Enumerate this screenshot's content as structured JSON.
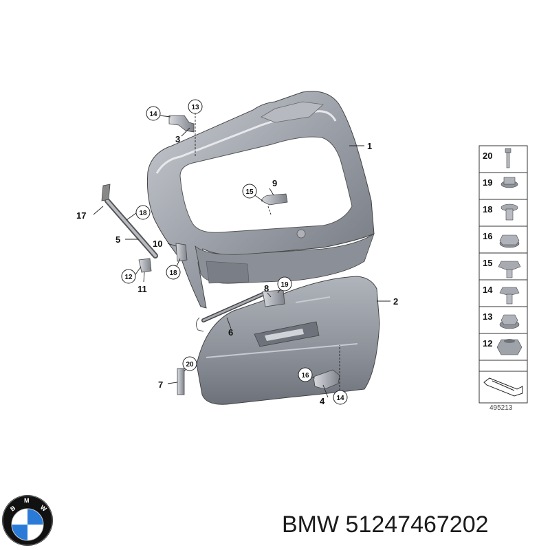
{
  "diagram": {
    "callouts": [
      {
        "number": "1",
        "circled": false
      },
      {
        "number": "2",
        "circled": false
      },
      {
        "number": "3",
        "circled": false
      },
      {
        "number": "4",
        "circled": false
      },
      {
        "number": "5",
        "circled": false
      },
      {
        "number": "6",
        "circled": false
      },
      {
        "number": "7",
        "circled": false
      },
      {
        "number": "8",
        "circled": false
      },
      {
        "number": "9",
        "circled": false
      },
      {
        "number": "10",
        "circled": false
      },
      {
        "number": "11",
        "circled": false
      },
      {
        "number": "12",
        "circled": true
      },
      {
        "number": "13",
        "circled": true
      },
      {
        "number": "14",
        "circled": true
      },
      {
        "number": "14",
        "circled": true
      },
      {
        "number": "15",
        "circled": true
      },
      {
        "number": "16",
        "circled": true
      },
      {
        "number": "17",
        "circled": false
      },
      {
        "number": "18",
        "circled": true
      },
      {
        "number": "18",
        "circled": true
      },
      {
        "number": "19",
        "circled": true
      },
      {
        "number": "20",
        "circled": true
      }
    ],
    "fastener_legend": [
      "20",
      "19",
      "18",
      "16",
      "15",
      "14",
      "13",
      "12"
    ],
    "reference_code": "495213"
  },
  "brand": {
    "logo_letters": "BMW",
    "part_caption": "BMW 51247467202"
  },
  "colors": {
    "part_fill": "#9a9ea6",
    "part_dark": "#70747c",
    "part_light": "#c9ccd2",
    "line": "#222222",
    "logo_blue": "#2a7bd8",
    "logo_ring": "#111111"
  }
}
